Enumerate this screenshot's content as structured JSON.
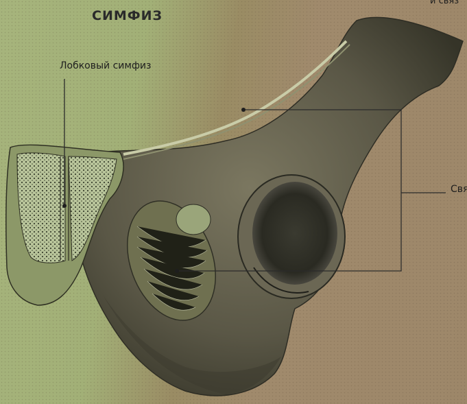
{
  "title": "СИМФИЗ",
  "labels": {
    "pubic_symphysis": "Лобковый симфиз",
    "right_cutoff": "Свя",
    "top_right_cutoff": "и связ"
  },
  "colors": {
    "background_green": "#a4b27a",
    "background_brown": "#9e896a",
    "bone_shade": "#4f4e3e",
    "leader_line": "#2b2b2b"
  }
}
